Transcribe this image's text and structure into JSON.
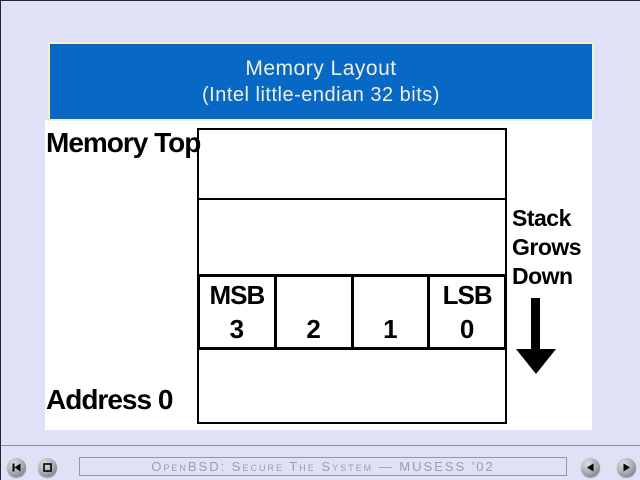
{
  "window": {
    "background_color": "#e0e0f7",
    "border_color": "#23233a"
  },
  "slide": {
    "title_bar": {
      "background_color": "#0768c6",
      "border_color": "#f2f2c8",
      "text_color": "#f2eedd",
      "title": "Memory Layout",
      "subtitle": "(Intel little-endian 32 bits)"
    },
    "labels": {
      "memory_top": "Memory Top",
      "address_zero": "Address 0",
      "stack_note": "Stack\nGrows\nDown"
    },
    "diagram": {
      "description": "vertical memory column of 4 rows, third row split into 4 byte cells",
      "byte_cells": [
        {
          "tag": "MSB",
          "index": "3"
        },
        {
          "tag": "",
          "index": "2"
        },
        {
          "tag": "",
          "index": "1"
        },
        {
          "tag": "LSB",
          "index": "0"
        }
      ]
    }
  },
  "controls": {
    "status_text": "OpenBSD: Secure The System — MUSESS '02",
    "status_text_color": "#9c9cae",
    "buttons": [
      {
        "name": "first",
        "icon": "skip-to-start-icon"
      },
      {
        "name": "stop",
        "icon": "stop-icon"
      },
      {
        "name": "prev",
        "icon": "previous-icon"
      },
      {
        "name": "next",
        "icon": "next-icon"
      }
    ]
  }
}
